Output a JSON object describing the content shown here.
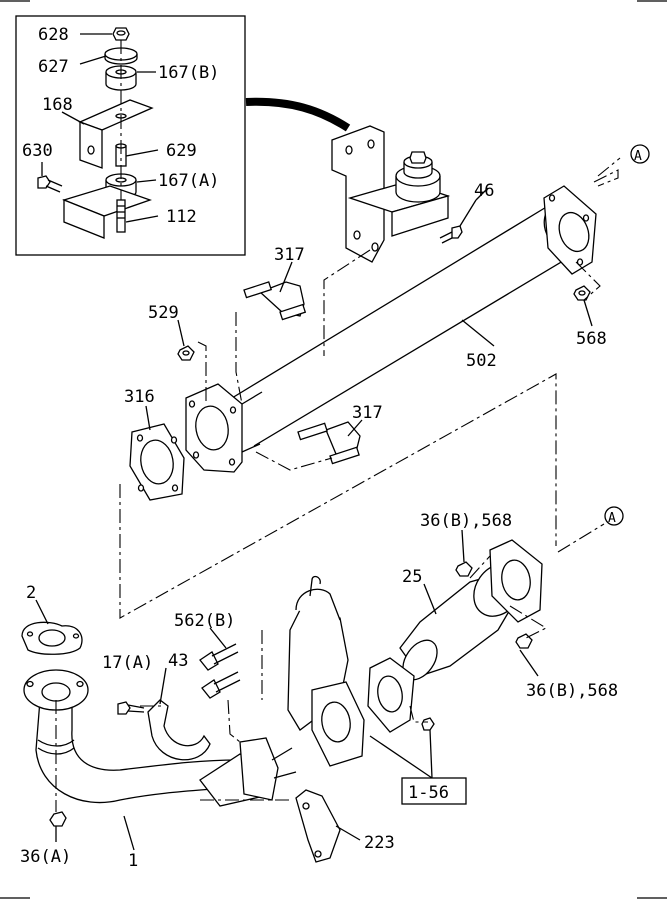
{
  "labels": {
    "l628": "628",
    "l627": "627",
    "l167b": "167(B)",
    "l168": "168",
    "l629": "629",
    "l630": "630",
    "l167a": "167(A)",
    "l112": "112",
    "l46": "46",
    "lA1": "A",
    "l317a": "317",
    "l529": "529",
    "l568a": "568",
    "l502": "502",
    "l316": "316",
    "l317b": "317",
    "l36b568a": "36(B),568",
    "lA2": "A",
    "l25": "25",
    "l2": "2",
    "l562b": "562(B)",
    "l17a": "17(A)",
    "l43": "43",
    "l36b568b": "36(B),568",
    "l156": "1-56",
    "l223": "223",
    "l36a": "36(A)",
    "l1": "1"
  }
}
